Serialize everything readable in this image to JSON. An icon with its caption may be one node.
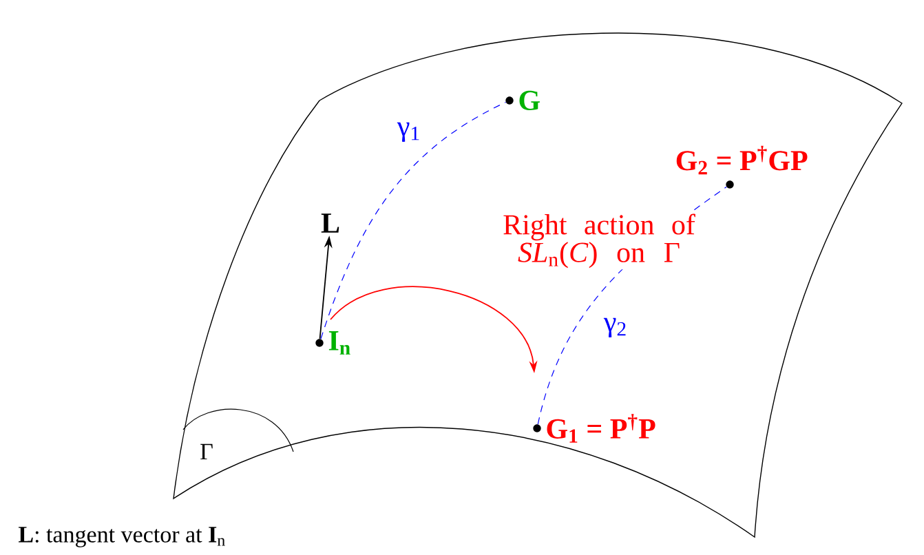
{
  "diagram": {
    "nodes": [
      {
        "text": [
          "I$_{n}$"
        ]
      },
      {
        "text": [
          "L"
        ]
      },
      {
        "text": [
          "G"
        ]
      },
      {
        "text": [
          "G$_{2}$ = P$^{†}$GP"
        ]
      },
      {
        "text": [
          "G$_{1}$ = P$^{†}$P"
        ]
      }
    ],
    "edges": [
      {
        "from": 0,
        "to": 1,
        "arrow": "to",
        "color": "#000000"
      },
      {
        "from": 0,
        "to": 2,
        "arrow": "none",
        "style": "dashed",
        "label": "γ$_{1}$"
      },
      {
        "from": 4,
        "to": 3,
        "arrow": "none",
        "style": "dashed",
        "label": "γ$_{2}$"
      },
      {
        "from": 0,
        "to": 4,
        "arrow": "to",
        "color": "#ff0000",
        "label": "Right action of *SL*$_{n}$(*C*) on Γ"
      }
    ],
    "labels": [
      "Γ",
      "**L**: tangent vector at **I**$_{n}$"
    ]
  }
}
